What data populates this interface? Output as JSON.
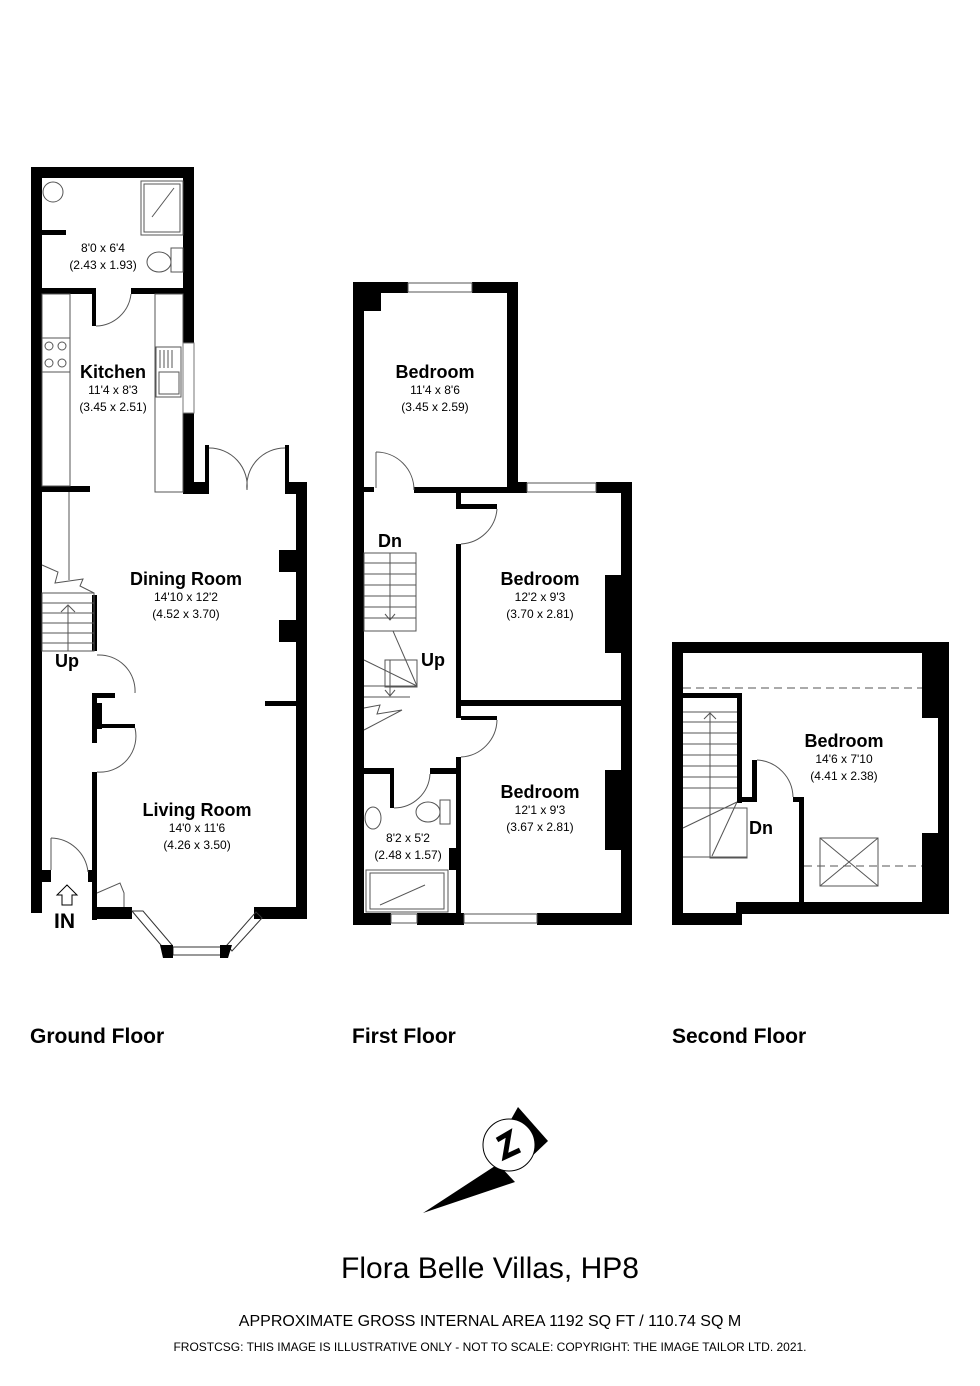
{
  "floors": {
    "ground": {
      "title": "Ground Floor",
      "rooms": [
        {
          "name": "",
          "dims_imperial": "8'0 x 6'4",
          "dims_metric": "(2.43 x 1.93)"
        },
        {
          "name": "Kitchen",
          "dims_imperial": "11'4 x 8'3",
          "dims_metric": "(3.45 x 2.51)"
        },
        {
          "name": "Dining Room",
          "dims_imperial": "14'10 x 12'2",
          "dims_metric": "(4.52 x 3.70)"
        },
        {
          "name": "Living Room",
          "dims_imperial": "14'0 x 11'6",
          "dims_metric": "(4.26 x 3.50)"
        }
      ],
      "stairs_label": "Up",
      "entrance_label": "IN"
    },
    "first": {
      "title": "First Floor",
      "rooms": [
        {
          "name": "Bedroom",
          "dims_imperial": "11'4 x 8'6",
          "dims_metric": "(3.45 x 2.59)"
        },
        {
          "name": "Bedroom",
          "dims_imperial": "12'2 x 9'3",
          "dims_metric": "(3.70 x 2.81)"
        },
        {
          "name": "Bedroom",
          "dims_imperial": "12'1 x 9'3",
          "dims_metric": "(3.67 x 2.81)"
        },
        {
          "name": "",
          "dims_imperial": "8'2 x 5'2",
          "dims_metric": "(2.48 x 1.57)"
        }
      ],
      "stairs_down_label": "Dn",
      "stairs_up_label": "Up"
    },
    "second": {
      "title": "Second Floor",
      "rooms": [
        {
          "name": "Bedroom",
          "dims_imperial": "14'6 x 7'10",
          "dims_metric": "(4.41 x 2.38)"
        }
      ],
      "stairs_down_label": "Dn"
    }
  },
  "compass": {
    "label": "N",
    "icon": "north-arrow-icon"
  },
  "footer": {
    "property_title": "Flora Belle Villas, HP8",
    "area_text": "APPROXIMATE GROSS INTERNAL AREA 1192 SQ FT / 110.74 SQ M",
    "copyright_text": "FROSTCSG: THIS IMAGE IS ILLUSTRATIVE ONLY - NOT TO SCALE: COPYRIGHT: THE IMAGE TAILOR LTD. 2021."
  },
  "colors": {
    "wall": "#000000",
    "fixture_line": "#888888",
    "background": "#ffffff"
  }
}
